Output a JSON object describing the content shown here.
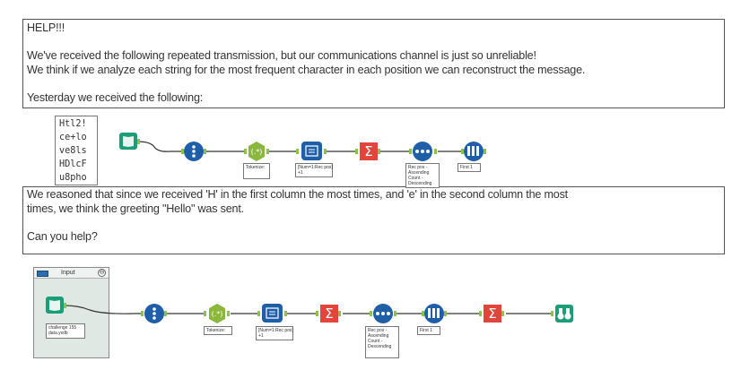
{
  "intro_box": {
    "lines": [
      "HELP!!!",
      "",
      "We've received the following repeated transmission, but our communications channel is just so unreliable!",
      "We think if we analyze each string for the most frequent character in each position we can reconstruct the message.",
      "",
      "Yesterday we received the following:"
    ]
  },
  "sample_strings": [
    "Htl2!",
    "ce+lo",
    "ve8ls",
    "HDlcF",
    "u8pho"
  ],
  "reasoning_box": {
    "lines": [
      "We reasoned that since we received 'H' in the first column the most times, and 'e' in the second column the most",
      "times, we think the greeting \"Hello\" was sent.",
      "",
      "Can you help?"
    ]
  },
  "workflow_top": {
    "tokenize_note": "Tokenize:",
    "formula_note": [
      "[Num=1:Rec pos]",
      "+1"
    ],
    "sort_note": [
      "Rec pos -",
      "Ascending",
      "Count -",
      "Descending"
    ],
    "sample_note": "First 1"
  },
  "workflow_bottom": {
    "container_title": "Input",
    "container_toggle": "⊖",
    "input_note": [
      "challenge 155",
      "data.yxdb"
    ],
    "tokenize_note": "Tokenize:",
    "formula_note": [
      "[Num=1:Rec pos]",
      "+1"
    ],
    "sort_note": [
      "Rec pos -",
      "Ascending",
      "Count -",
      "Descending"
    ],
    "sample_note": "First 1"
  },
  "tool_colors": {
    "input": "#1b9e77",
    "select": "#1f5fa8",
    "regex": "#8bb83c",
    "formula": "#1f5fa8",
    "summarize": "#e2453b",
    "sort": "#1f5fa8",
    "sample": "#1f5fa8",
    "browse": "#1b9e77",
    "connector": "#333333",
    "anchor": "#8bc34a"
  }
}
